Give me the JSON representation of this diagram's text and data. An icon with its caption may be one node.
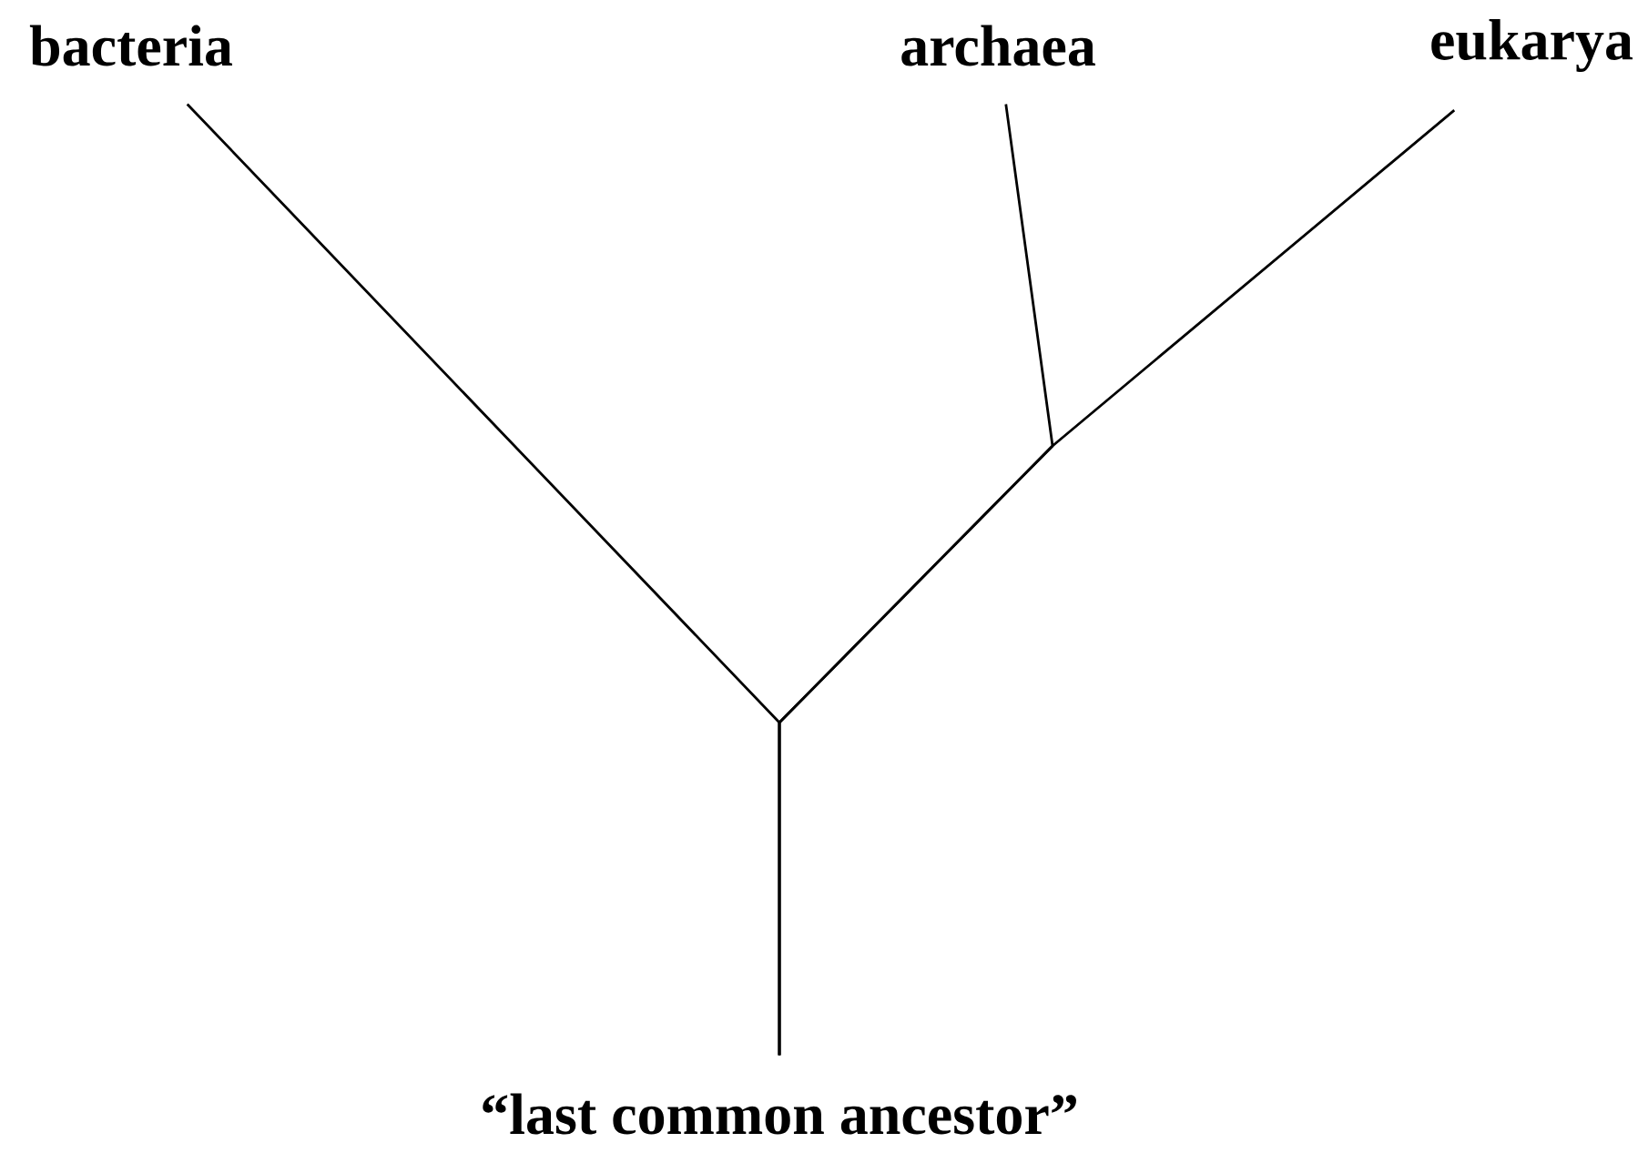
{
  "diagram": {
    "nodes": [
      {
        "text": [
          "bacteria"
        ]
      },
      {
        "text": [
          "archaea"
        ]
      },
      {
        "text": [
          "eukarya"
        ]
      },
      {
        "text": [
          "“last common ancestor”"
        ]
      }
    ],
    "edges": [
      {
        "from": 3,
        "to": 0,
        "arrow": "none"
      },
      {
        "from": 3,
        "to": 1,
        "arrow": "none"
      },
      {
        "from": 3,
        "to": 2,
        "arrow": "none"
      }
    ]
  }
}
